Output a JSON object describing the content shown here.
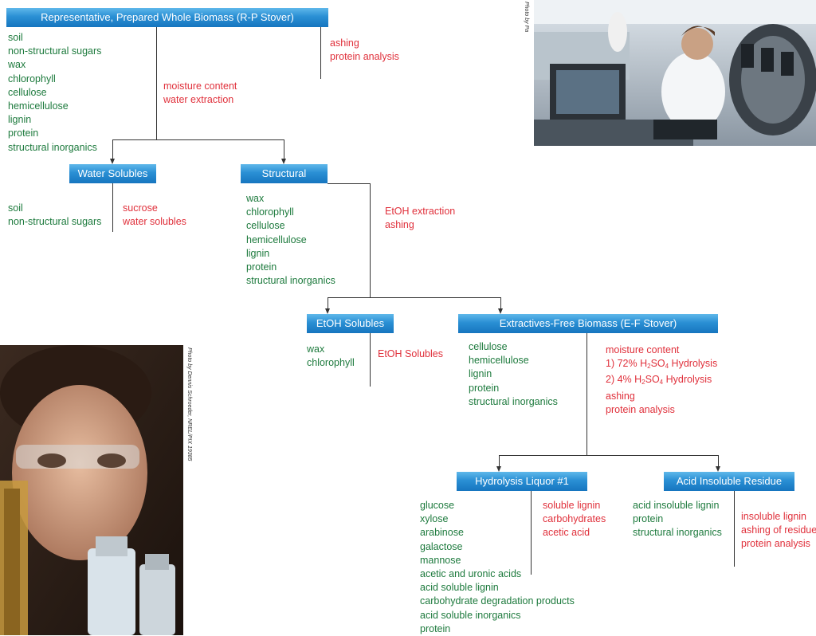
{
  "boxes": {
    "root": "Representative, Prepared Whole Biomass (R-P Stover)",
    "water": "Water Solubles",
    "structural": "Structural",
    "etoh": "EtOH Solubles",
    "ef": "Extractives-Free Biomass (E-F Stover)",
    "liquor": "Hydrolysis Liquor #1",
    "residue": "Acid Insoluble Residue"
  },
  "root_components": [
    "soil",
    "non-structural sugars",
    "wax",
    "chlorophyll",
    "cellulose",
    "hemicellulose",
    "lignin",
    "protein",
    "structural inorganics"
  ],
  "root_analysis": [
    "ashing",
    "protein analysis"
  ],
  "root_process": [
    "moisture content",
    "water extraction"
  ],
  "water_components": [
    "soil",
    "non-structural sugars"
  ],
  "water_analysis": [
    "sucrose",
    "water solubles"
  ],
  "structural_components": [
    "wax",
    "chlorophyll",
    "cellulose",
    "hemicellulose",
    "lignin",
    "protein",
    "structural inorganics"
  ],
  "structural_process": [
    "EtOH extraction",
    "ashing"
  ],
  "etoh_components": [
    "wax",
    "chlorophyll"
  ],
  "etoh_analysis": [
    "EtOH Solubles"
  ],
  "ef_components": [
    "cellulose",
    "hemicellulose",
    "lignin",
    "protein",
    "structural inorganics"
  ],
  "ef_process": {
    "moisture": "moisture content",
    "h72_prefix": "1) 72% H",
    "h72_suffix": " Hydrolysis",
    "h4_prefix": "2) 4% H",
    "h4_suffix": " Hydrolysis",
    "sub2": "2",
    "so": "SO",
    "sub4": "4",
    "ashing": "ashing",
    "protein": "protein analysis"
  },
  "liquor_components": [
    "glucose",
    "xylose",
    "arabinose",
    "galactose",
    "mannose",
    "acetic and uronic acids",
    "acid soluble lignin",
    "carbohydrate degradation products",
    "acid soluble inorganics",
    "protein"
  ],
  "liquor_analysis": [
    "soluble lignin",
    "carbohydrates",
    "acetic acid"
  ],
  "residue_components": [
    "acid insoluble lignin",
    "protein",
    "structural inorganics"
  ],
  "residue_analysis": [
    "insoluble lignin",
    "ashing of residue",
    "protein analysis"
  ],
  "credits": {
    "top": "Photo by Pa",
    "left": "Photo by Dennis Schroeder, NREL/PIX 19385"
  },
  "colors": {
    "component": "#1d7a3d",
    "analysis": "#e0303b",
    "box": "#1d84cc"
  }
}
